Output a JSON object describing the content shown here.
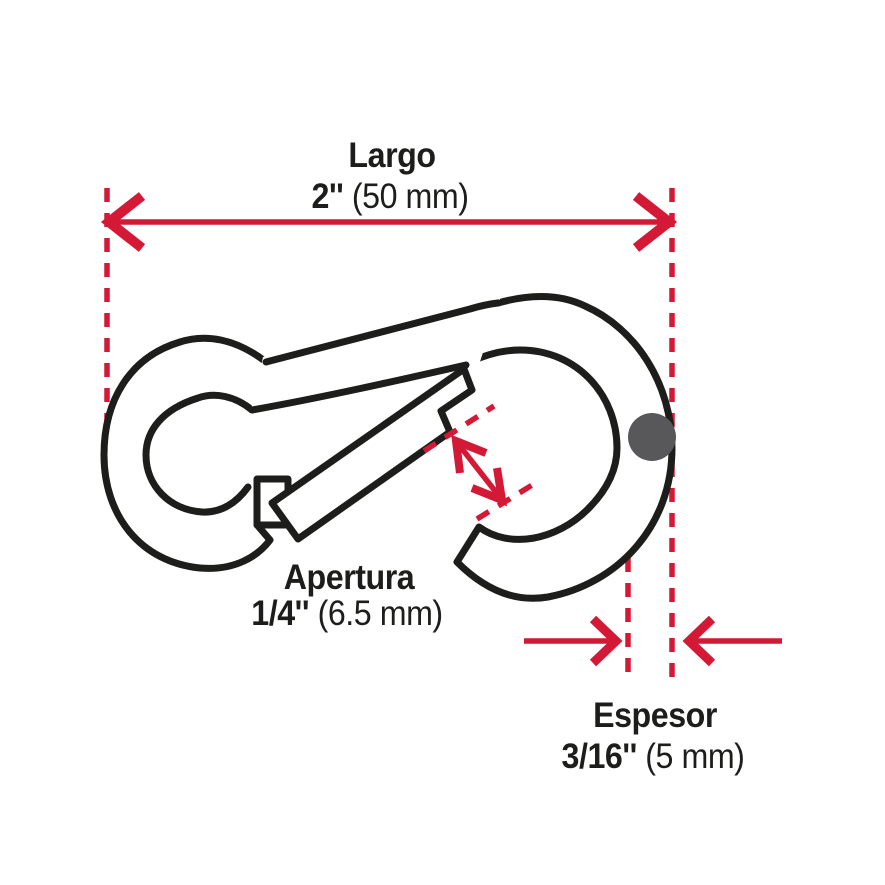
{
  "colors": {
    "background": "#ffffff",
    "line": "#1d1d1b",
    "dimension": "#d41937",
    "dot": "#58585a"
  },
  "labels": {
    "largo": {
      "title": "Largo",
      "value": "2''",
      "unit": " (50 mm)"
    },
    "apertura": {
      "title": "Apertura",
      "value": "1/4''",
      "unit": " (6.5 mm)"
    },
    "espesor": {
      "title": "Espesor",
      "value": "3/16''",
      "unit": " (5 mm)"
    }
  }
}
